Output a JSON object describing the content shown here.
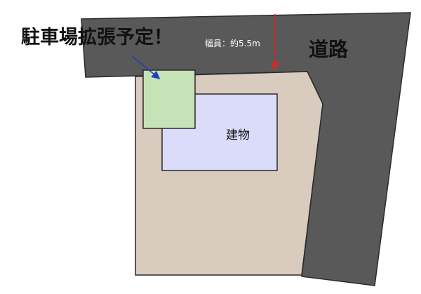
{
  "labels": {
    "title": "駐車場拡張予定！",
    "road": "道路",
    "road_width": "幅員：約5.5m",
    "building": "建物"
  },
  "colors": {
    "road": "#595959",
    "lot": "#d9cbbd",
    "building": "#dadcfa",
    "parking": "#c6e2b7",
    "outline": "#2b2b2b",
    "dimension_arrow": "#d62828",
    "pointer_arrow": "#1f3fbf"
  }
}
